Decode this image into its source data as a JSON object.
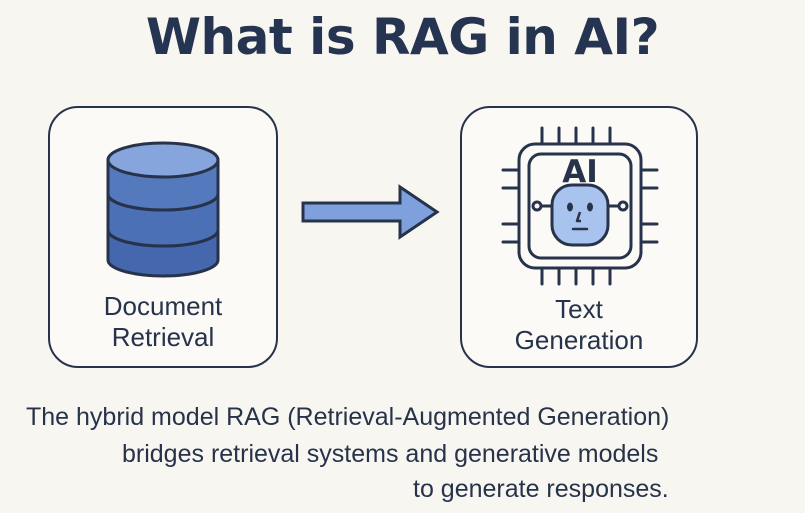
{
  "title": "What is RAG in AI?",
  "left_panel": {
    "icon": "database-icon",
    "label_line1": "Document",
    "label_line2": "Retrieval"
  },
  "arrow": {
    "icon": "arrow-right-icon"
  },
  "right_panel": {
    "icon": "ai-chip-icon",
    "chip_text": "AI",
    "label_line1": "Text",
    "label_line2": "Generation"
  },
  "caption": {
    "line1": "The hybrid model RAG (Retrieval-Augmented Generation)",
    "line2": "bridges retrieval systems and generative models",
    "line3": "to generate responses."
  },
  "colors": {
    "background": "#f8f6f0",
    "ink": "#27334a",
    "db_blue": "#4a6fb5",
    "db_top": "#7f9fd8",
    "arrow_blue": "#7ea0dc",
    "face_blue": "#a9c3ef"
  }
}
